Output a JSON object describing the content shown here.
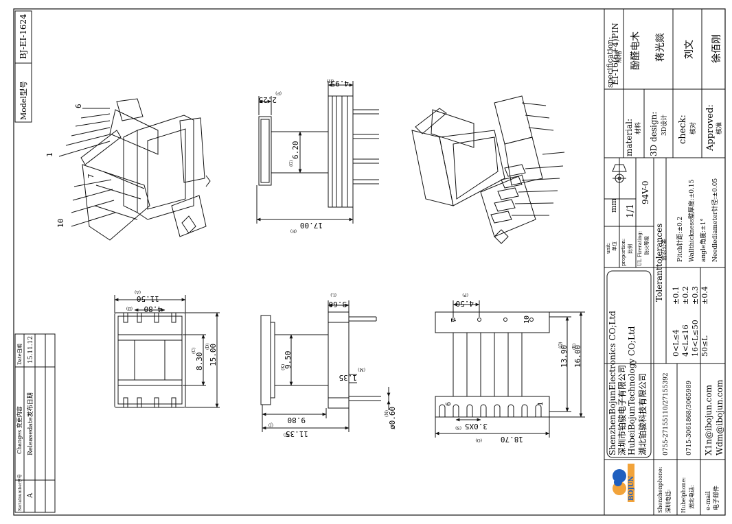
{
  "model_label": "Model型号",
  "model_code": "BJ-EI-1624",
  "changes": {
    "header_serial": "Serialnumber序号",
    "header_changes": "Changes 变更内容",
    "header_date": "Date日期",
    "rows": [
      {
        "serial": "A",
        "change": "Releasedate发布日期",
        "date": "15.11.12"
      }
    ]
  },
  "dimensions": {
    "side_top": {
      "d1": "2.25",
      "t1": "(F)",
      "d2": "4.95",
      "t2": "(H)",
      "d3": "6.20",
      "t3": "(G)",
      "d4": "17.00",
      "t4": "(E)"
    },
    "left": {
      "d1": "11.50",
      "t1": "(A)",
      "d2": "4.80",
      "t2": "(B)",
      "d3": "8.30",
      "t3": "(C)",
      "d4": "15.00",
      "t4": "(D)"
    },
    "middle": {
      "d1": "3.60",
      "t1": "(L)",
      "d2": "9.50",
      "t2": "(K)",
      "d3": "1.35",
      "t3": "(M)",
      "d4": "9.80",
      "t4": "(J)",
      "d5": "11.35",
      "t5": "(I)",
      "d6": "ø0.60",
      "t6": "(N)"
    },
    "right": {
      "d1": "4.50",
      "t1": "(P)",
      "d2": "13.90",
      "t2": "(Q)",
      "d3": "16.00",
      "t3": "(R)",
      "d4": "3.0X5",
      "t4": "(S)",
      "d5": "18.70",
      "t5": "(O)"
    },
    "pins": {
      "p7": "7",
      "p10": "10",
      "p6": "6",
      "p1": "1"
    }
  },
  "iso_labels": {
    "l6": "6",
    "l1": "1",
    "l7": "7",
    "l10": "10"
  },
  "title_block": {
    "spec_label": "specification:",
    "spec_cn": "规格",
    "spec_value": "EI-16(6+4)PIN",
    "material_label": "material:",
    "material_cn": "材料",
    "material_value": "酚醛电木",
    "design_label": "3D design:",
    "design_cn": "3D设计",
    "design_value": "蒋光燚",
    "check_label": "check:",
    "check_cn": "核对",
    "check_value": "刘文",
    "approved_label": "Approved:",
    "approved_cn": "核准",
    "approved_value": "徐佰刚",
    "unit_label": "unit:",
    "unit_cn": "单位",
    "unit_value": "mm",
    "proportion_label": "proportion:",
    "proportion_cn": "比例",
    "proportion_value": "1/1",
    "fire_label": "UL Firerating:",
    "fire_cn": "防火等级",
    "fire_value": "94V-0",
    "tol_title": "Toleranttolerances",
    "tol_cn": "容忍公差",
    "tol_rows": [
      {
        "range": "0<L≤4",
        "value": "±0.1"
      },
      {
        "range": "4<L≤16",
        "value": "±0.2"
      },
      {
        "range": "16<L≤50",
        "value": "±0.3"
      },
      {
        "range": "50≤L",
        "value": "±0.4"
      }
    ],
    "tol_notes": [
      "Pitch针距:±0.2",
      "Wallthickness壁厚度:±0.15",
      "angle角度:±1°",
      "Needlediameter针径:±0.05"
    ],
    "company_en1": "ShenzhenBojunElectronics CO;Ltd",
    "company_cn1": "深圳市铂骏电子有限公司",
    "company_en2": "HubeiBojunTechnology CO;Ltd",
    "company_cn2": "湖北铂骏科技有限公司",
    "sz_phone_label": "Shenzhenphone:",
    "sz_phone_cn": "深圳电话:",
    "sz_phone": "0755-27155110/27155392",
    "hb_phone_label": "Hubeiphone:",
    "hb_phone_cn": "湖北电话:",
    "hb_phone": "0715-3061868/3065989",
    "email_label": "e-mail",
    "email_cn": "电子邮件",
    "email1": "X1n@ibojun.com",
    "email2": "Wdm@ibojun.com",
    "logo_text": "BOJUN"
  },
  "colors": {
    "logo_blue": "#1f5fbf",
    "logo_orange": "#f2a33a"
  }
}
